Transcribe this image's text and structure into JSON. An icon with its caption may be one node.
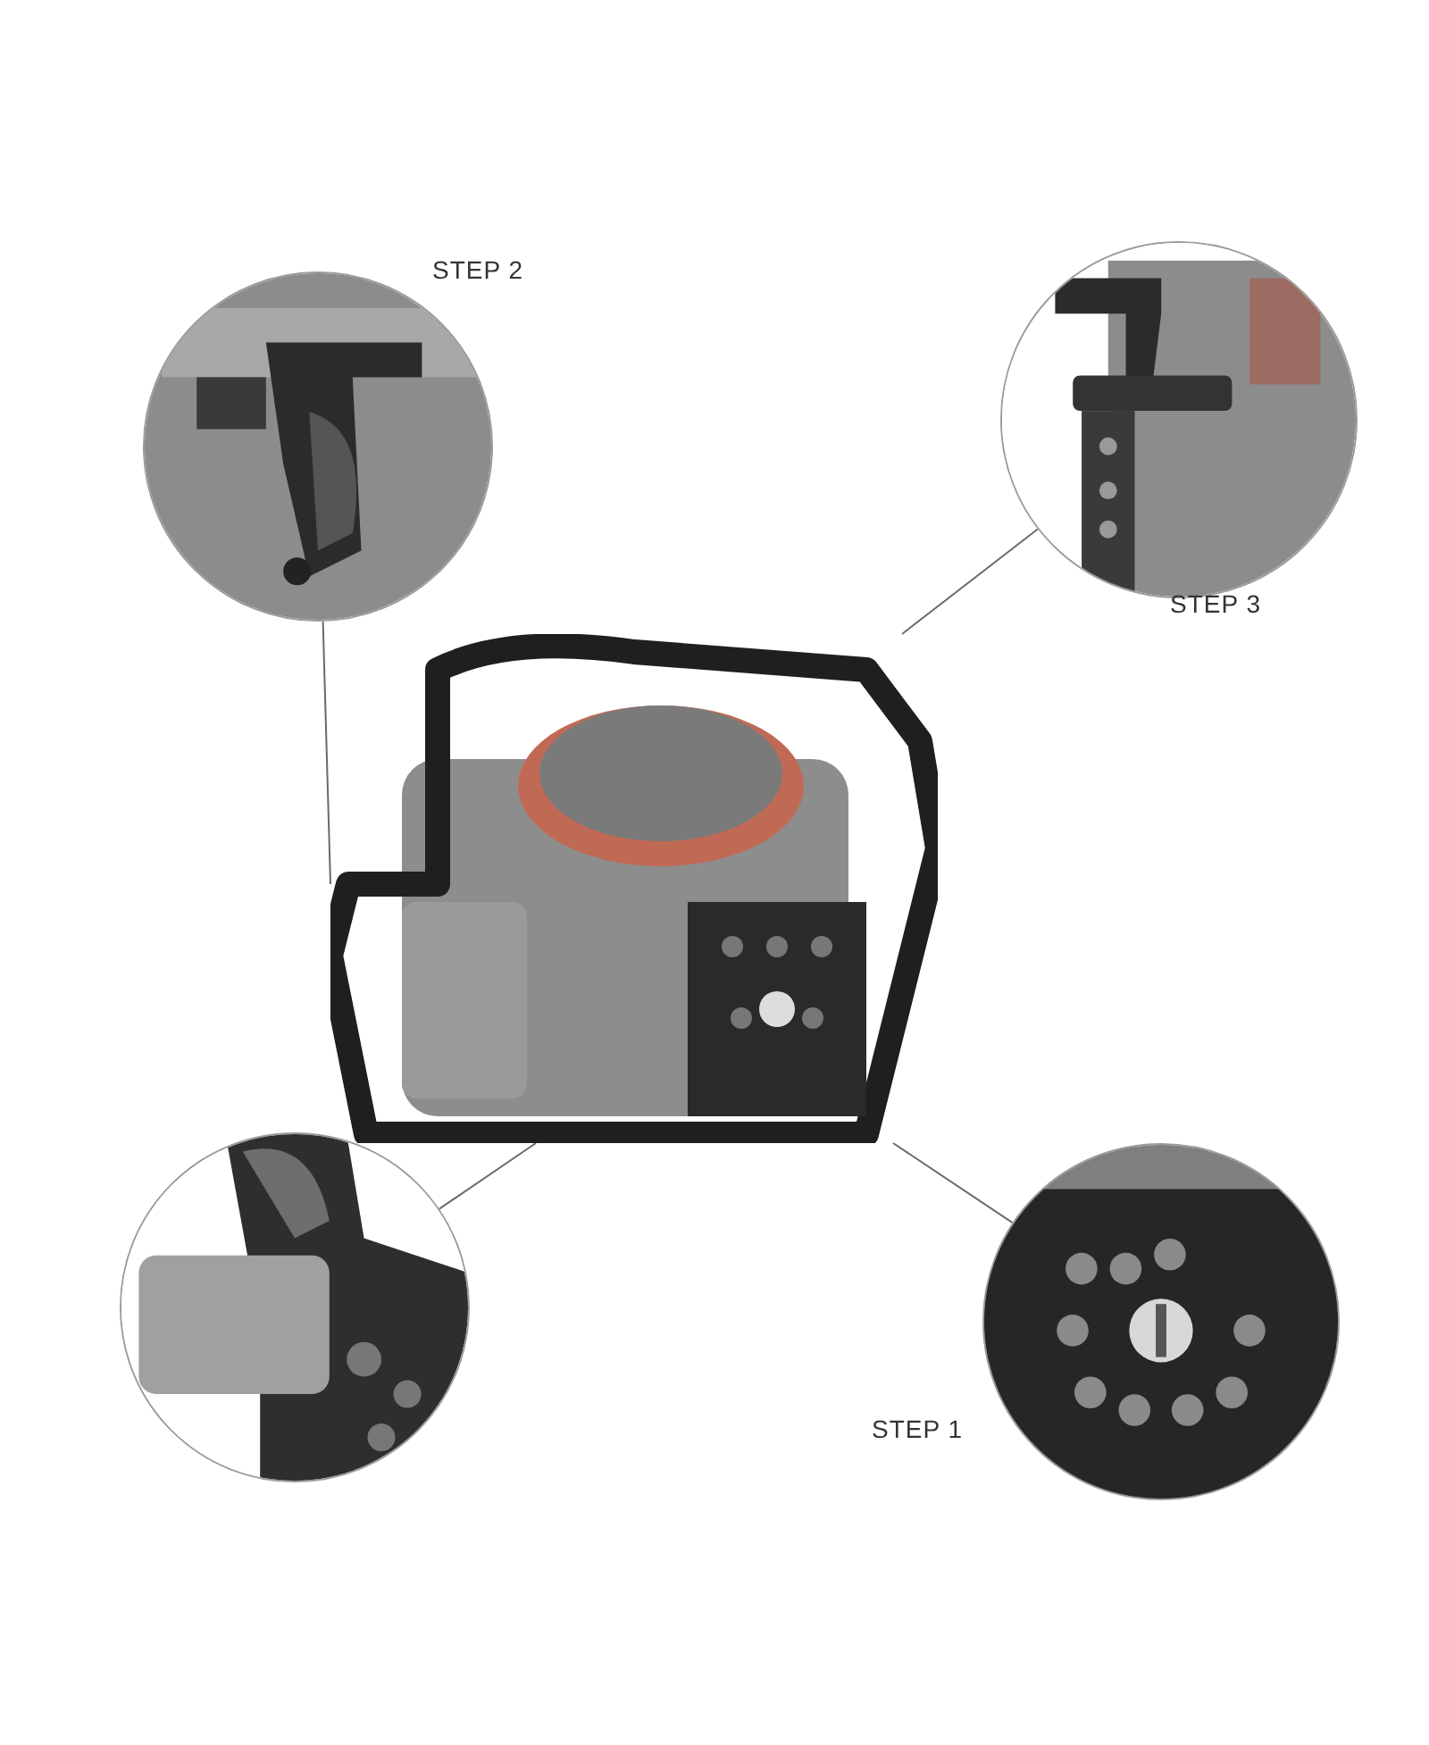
{
  "diagram": {
    "nodes": [
      {
        "text": [],
        "shape": "picture",
        "beside": [
          "STEP 2"
        ]
      },
      {
        "text": [],
        "shape": "picture",
        "beside": [
          "STEP 3"
        ]
      },
      {
        "text": [],
        "shape": "picture"
      },
      {
        "text": [],
        "shape": "picture"
      },
      {
        "text": [],
        "shape": "picture",
        "beside": [
          "STEP 1"
        ]
      }
    ],
    "edges": [
      {
        "from": 0,
        "to": 2,
        "arrow": "none"
      },
      {
        "from": 1,
        "to": 2,
        "arrow": "none"
      },
      {
        "from": 3,
        "to": 2,
        "arrow": "none"
      },
      {
        "from": 4,
        "to": 2,
        "arrow": "none"
      }
    ]
  }
}
